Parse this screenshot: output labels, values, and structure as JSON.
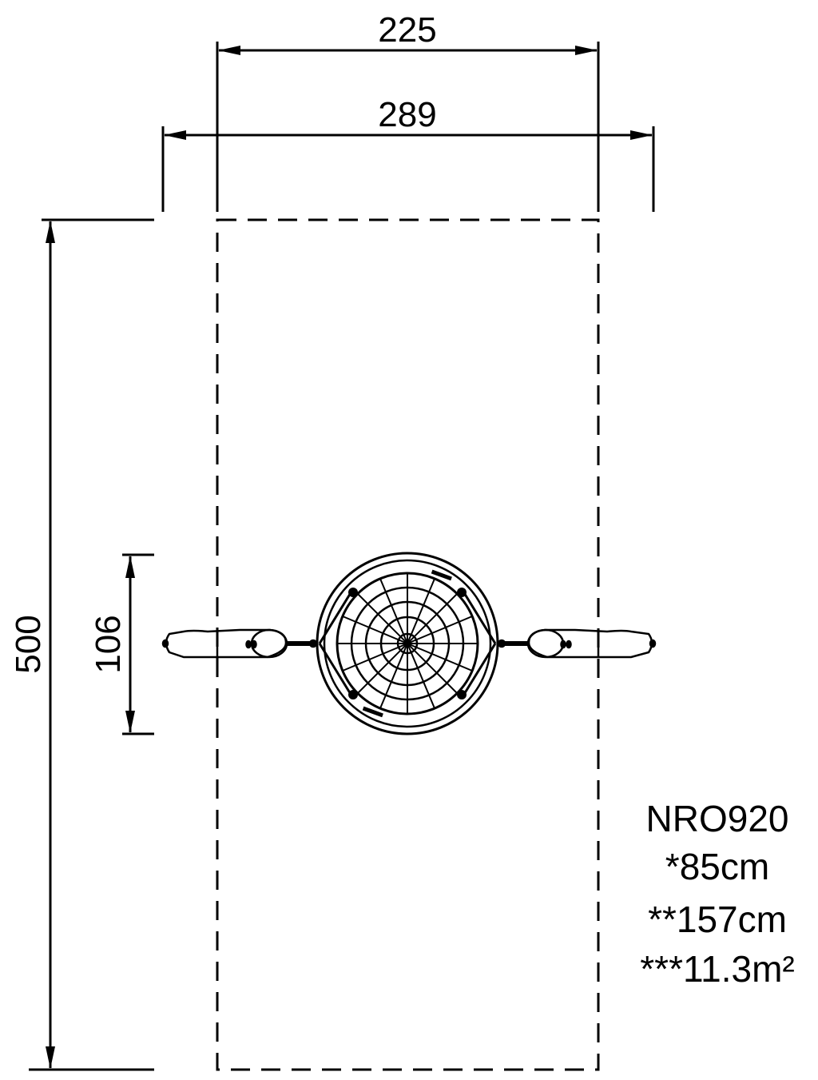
{
  "drawing": {
    "type": "plan-view dimension drawing",
    "subject": "nest swing seat with chains (top view)",
    "colors": {
      "line": "#000000",
      "background": "#ffffff"
    }
  },
  "dimensions": {
    "top_inner_width": "225",
    "top_outer_width": "289",
    "left_total_length": "500",
    "left_seat_diameter": "106"
  },
  "product_label": {
    "code": "NRO920",
    "line1": "*85cm",
    "line2": "**157cm",
    "line3": "***11.3m²"
  }
}
